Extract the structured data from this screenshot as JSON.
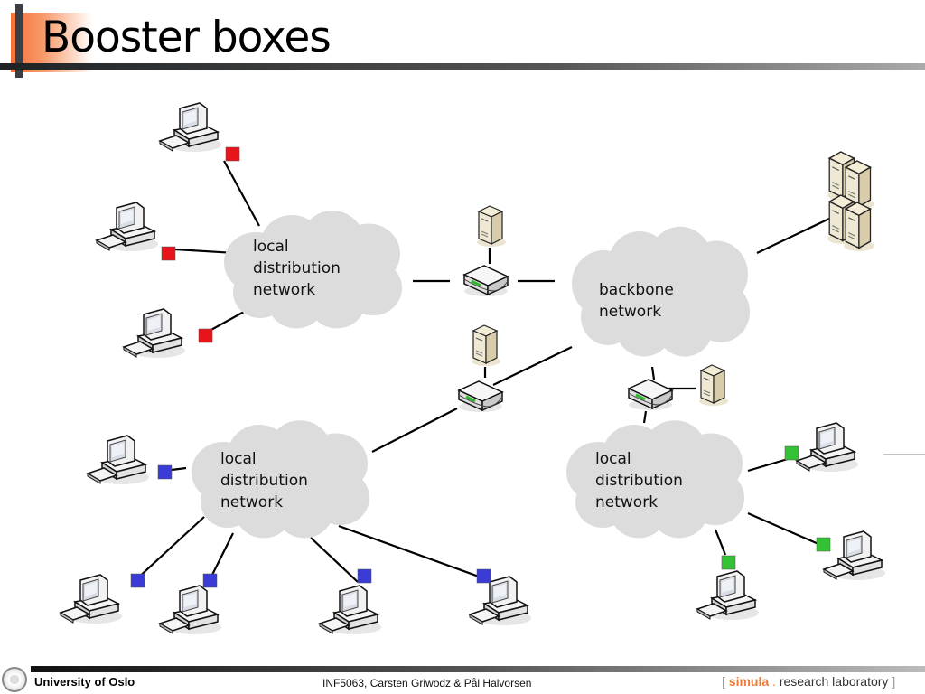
{
  "slide": {
    "title": "Booster boxes"
  },
  "diagram": {
    "clouds": [
      {
        "id": "ldn-top",
        "label": "local\ndistribution\nnetwork"
      },
      {
        "id": "backbone",
        "label": "backbone\nnetwork"
      },
      {
        "id": "ldn-bottom-left",
        "label": "local\ndistribution\nnetwork"
      },
      {
        "id": "ldn-bottom-right",
        "label": "local\ndistribution\nnetwork"
      }
    ],
    "booster_colors": {
      "top": "#e8141c",
      "bottom_left": "#3b3bd6",
      "bottom_right": "#33c233"
    },
    "cloud_color": "#dcdcdc"
  },
  "footer": {
    "university": "University of Oslo",
    "course": "INF5063, Carsten Griwodz & Pål Halvorsen",
    "simula_open": "[",
    "simula_brand": "simula",
    "simula_dot": ".",
    "simula_rest": "research laboratory",
    "simula_close": "]"
  }
}
